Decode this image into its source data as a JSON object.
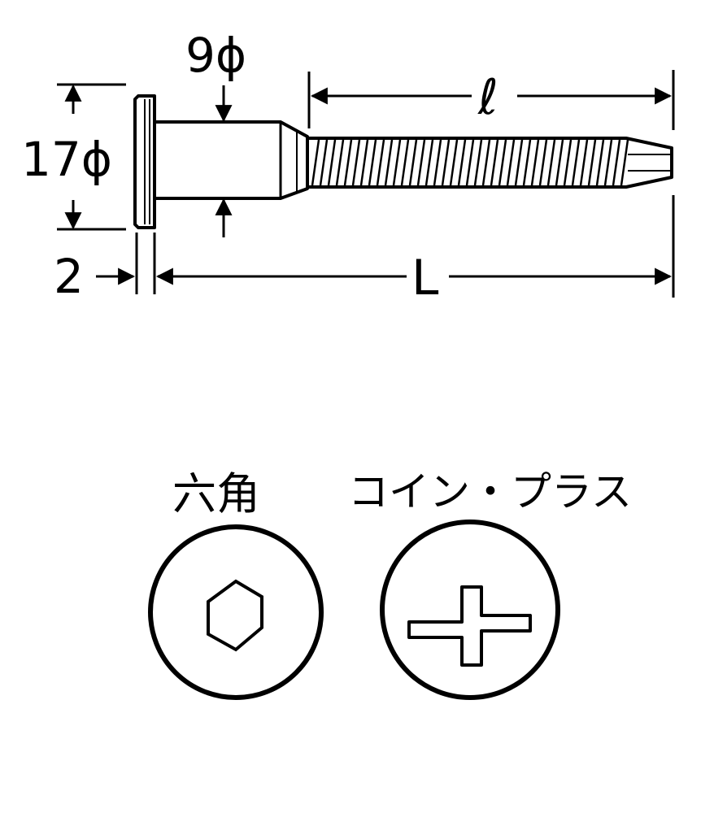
{
  "dimensions": {
    "shank_diameter": "9ϕ",
    "head_diameter": "17ϕ",
    "head_thickness": "2",
    "thread_length": "ℓ",
    "overall_length": "L"
  },
  "head_types": [
    {
      "label": "六角",
      "icon": "hex-socket-icon"
    },
    {
      "label": "コイン・プラス",
      "icon": "coin-plus-icon"
    }
  ],
  "colors": {
    "ink": "#000000",
    "paper": "#ffffff"
  }
}
